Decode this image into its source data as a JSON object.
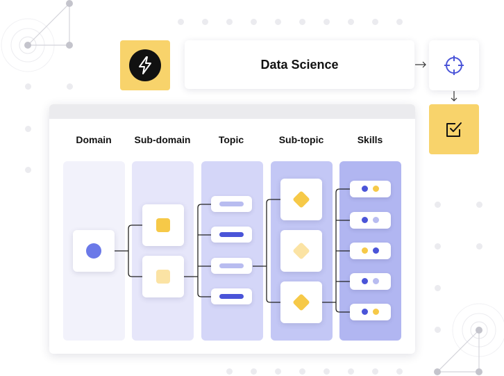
{
  "header": {
    "title": "Data Science"
  },
  "columns": [
    {
      "label": "Domain"
    },
    {
      "label": "Sub-domain"
    },
    {
      "label": "Topic"
    },
    {
      "label": "Sub-topic"
    },
    {
      "label": "Skills"
    }
  ],
  "icons": {
    "bolt": "lightning-bolt-icon",
    "target": "crosshair-target-icon",
    "check": "checkbox-check-icon"
  },
  "colors": {
    "accent_yellow": "#f8d36b",
    "accent_blue": "#4a54d8",
    "domain_dot": "#6b79e8",
    "col_domain": "#f2f2fb",
    "col_subdomain": "#e6e6fa",
    "col_topic": "#d4d6f8",
    "col_subtopic": "#c3c7f5",
    "col_skills": "#b1b6f1"
  }
}
